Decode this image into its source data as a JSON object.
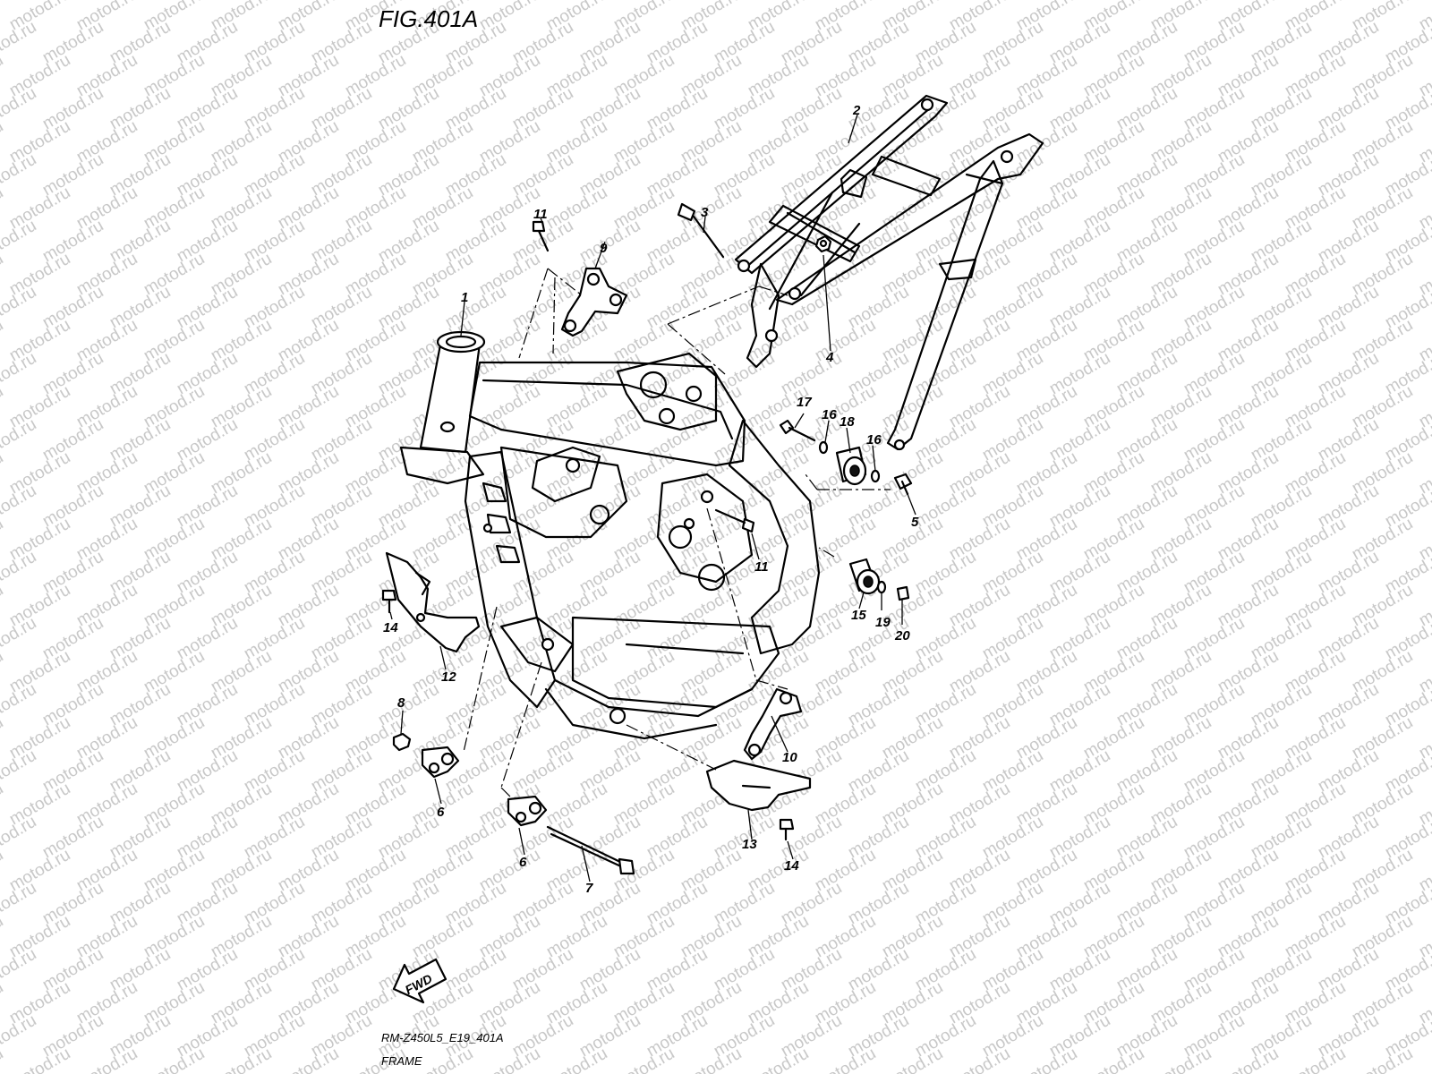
{
  "figure": {
    "title": "FIG.401A",
    "model_code": "RM-Z450L5_E19_401A",
    "caption": "FRAME"
  },
  "watermark": {
    "text": "motod.ru"
  },
  "direction_marker": {
    "label": "FWD"
  },
  "callouts": [
    {
      "id": "c1",
      "text": "1"
    },
    {
      "id": "c2",
      "text": "2"
    },
    {
      "id": "c3",
      "text": "3"
    },
    {
      "id": "c4",
      "text": "4"
    },
    {
      "id": "c5",
      "text": "5"
    },
    {
      "id": "c6a",
      "text": "6"
    },
    {
      "id": "c6b",
      "text": "6"
    },
    {
      "id": "c7",
      "text": "7"
    },
    {
      "id": "c8",
      "text": "8"
    },
    {
      "id": "c9",
      "text": "9"
    },
    {
      "id": "c10",
      "text": "10"
    },
    {
      "id": "c11a",
      "text": "11"
    },
    {
      "id": "c11b",
      "text": "11"
    },
    {
      "id": "c12",
      "text": "12"
    },
    {
      "id": "c13",
      "text": "13"
    },
    {
      "id": "c14a",
      "text": "14"
    },
    {
      "id": "c14b",
      "text": "14"
    },
    {
      "id": "c15",
      "text": "15"
    },
    {
      "id": "c16a",
      "text": "16"
    },
    {
      "id": "c16b",
      "text": "16"
    },
    {
      "id": "c17",
      "text": "17"
    },
    {
      "id": "c18",
      "text": "18"
    },
    {
      "id": "c19",
      "text": "19"
    },
    {
      "id": "c20",
      "text": "20"
    }
  ]
}
